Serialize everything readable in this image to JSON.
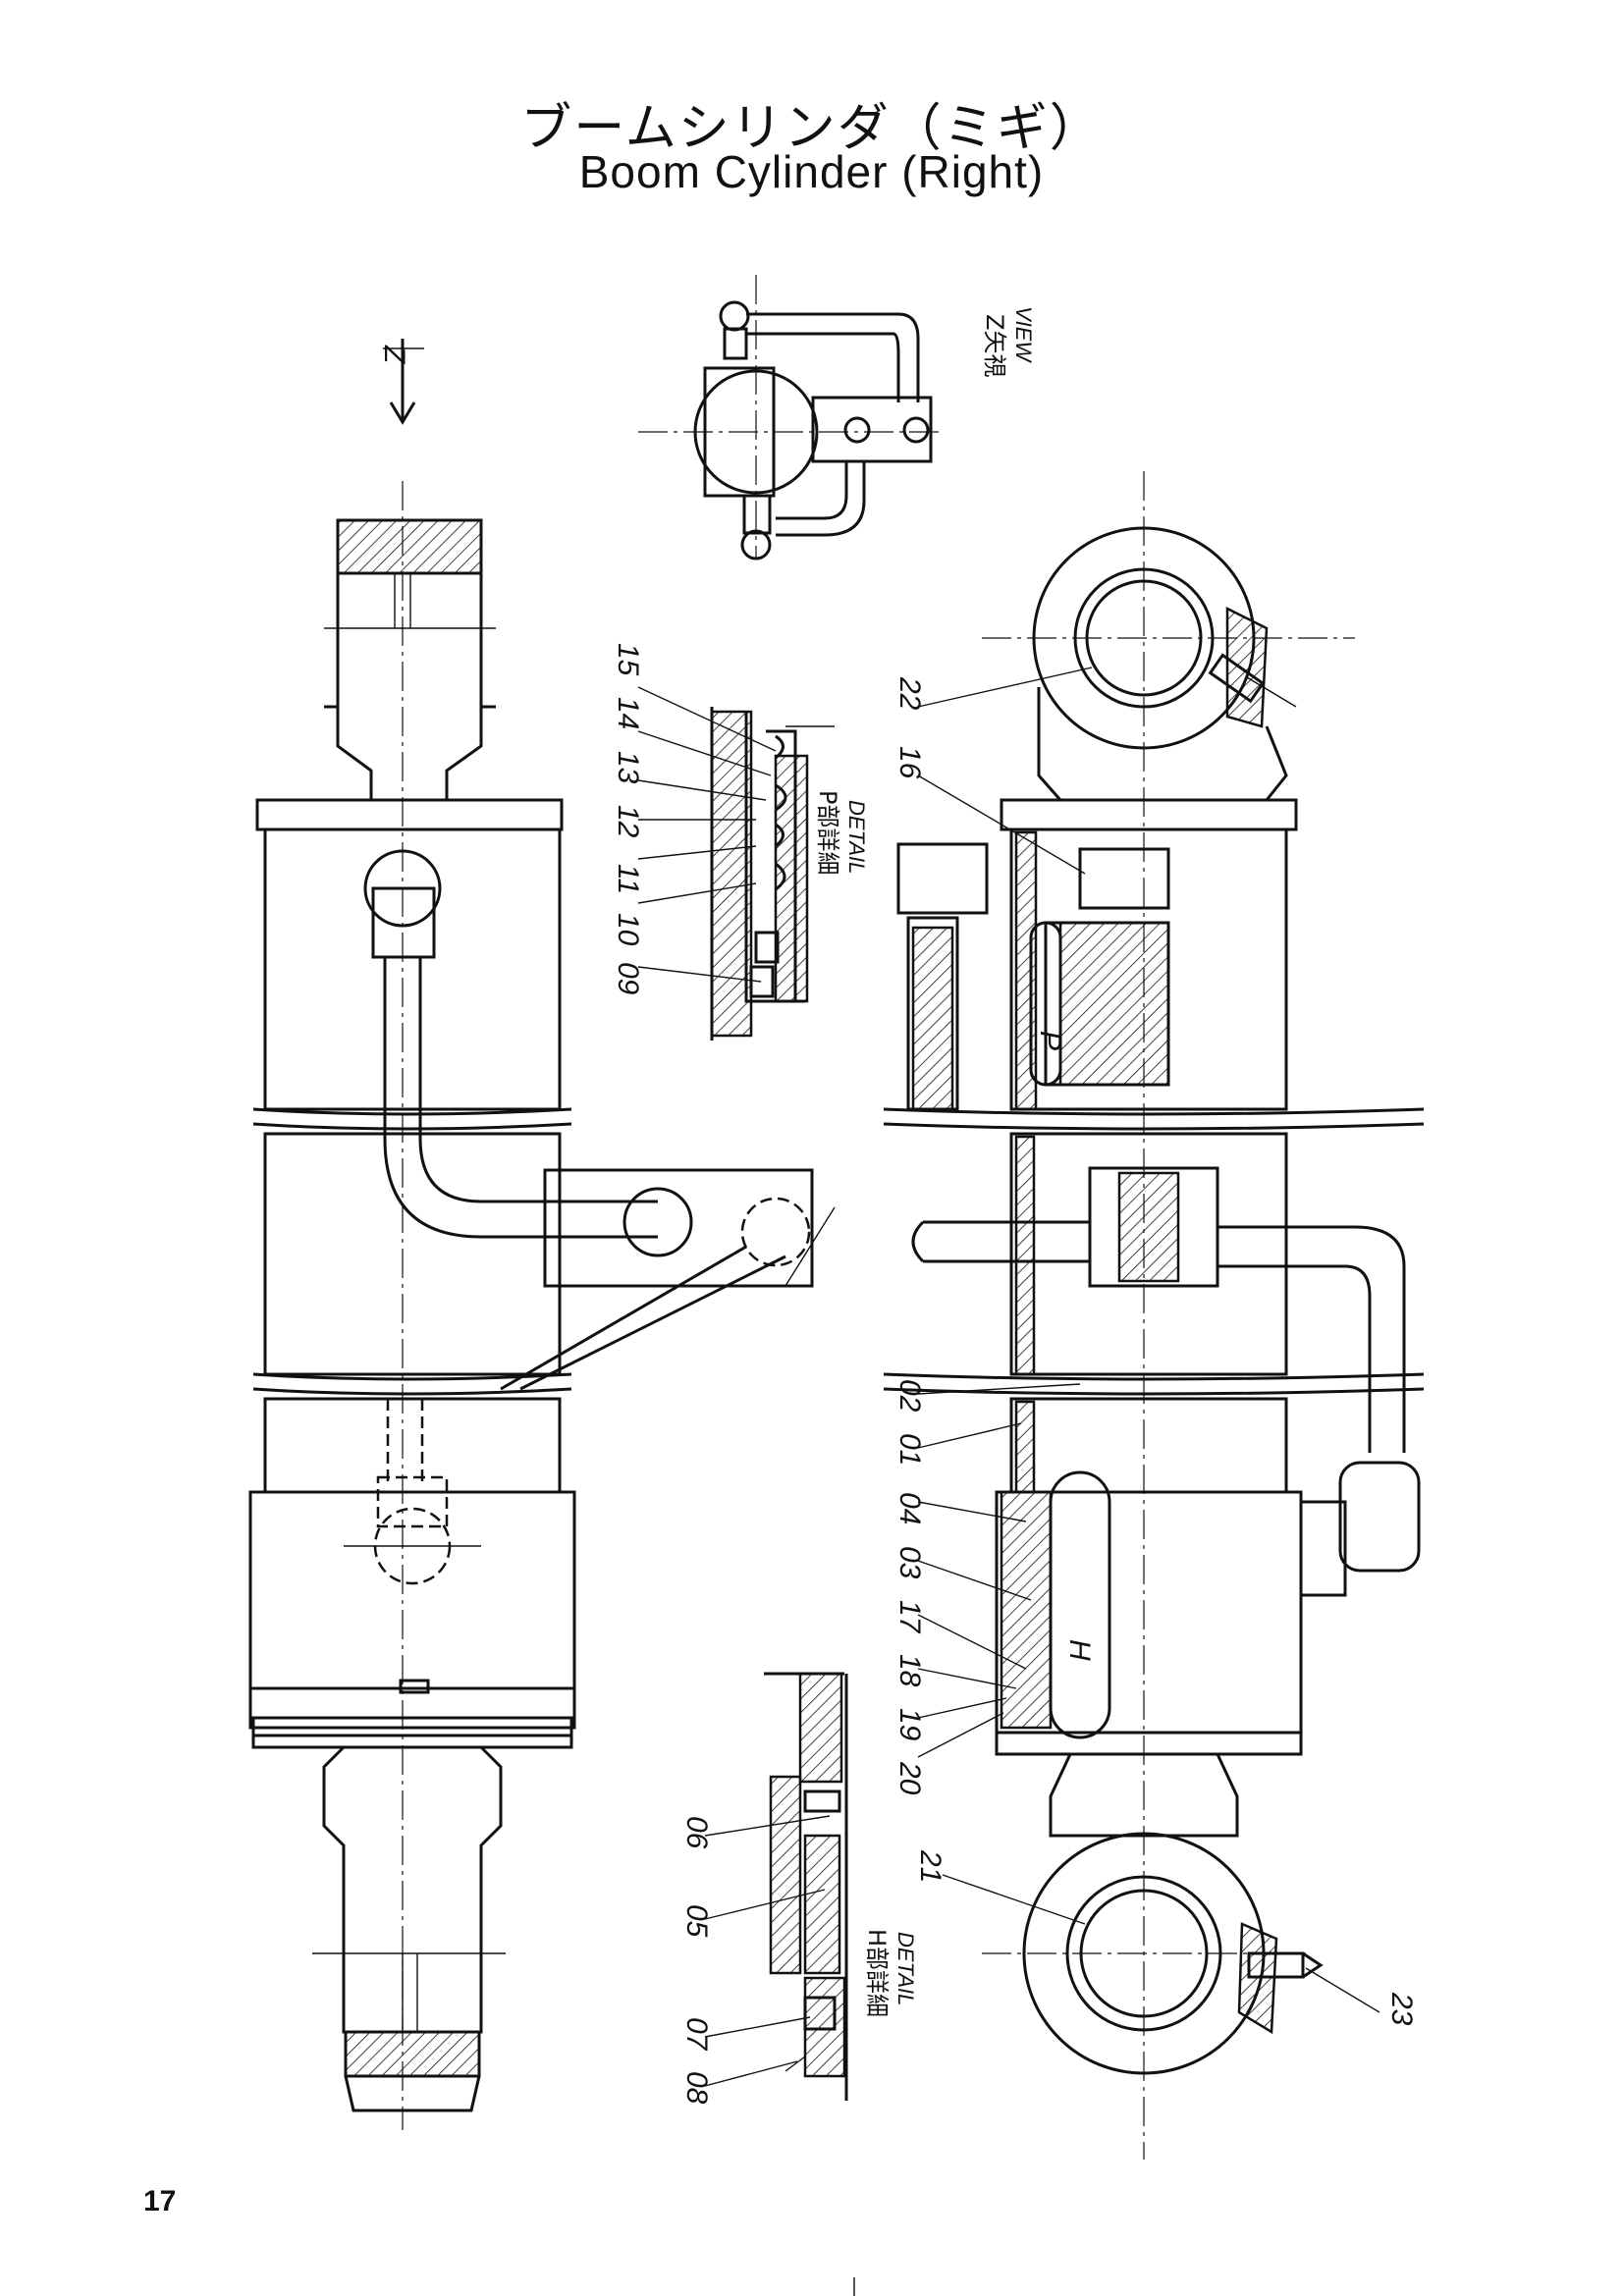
{
  "title": {
    "japanese": "ブームシリンダ（ミギ）",
    "english": "Boom Cylinder  (Right)"
  },
  "page_number": "17",
  "view_labels": {
    "z_arrow": "Z",
    "z_view_jp": "Z矢視",
    "z_view_en": "VIEW",
    "p_detail_jp": "P部詳細",
    "p_detail_en": "DETAIL",
    "h_detail_jp": "H部詳細",
    "h_detail_en": "DETAIL",
    "section_p": "P",
    "section_h": "H"
  },
  "part_callouts": {
    "p_detail": [
      "09",
      "10",
      "11",
      "12",
      "13",
      "14",
      "15"
    ],
    "main_upper": [
      "22",
      "16"
    ],
    "main_lower": [
      "02",
      "01",
      "04",
      "03",
      "17",
      "18",
      "19",
      "20"
    ],
    "rod_end": [
      "21",
      "23"
    ],
    "h_detail": [
      "06",
      "05",
      "07",
      "08"
    ]
  }
}
